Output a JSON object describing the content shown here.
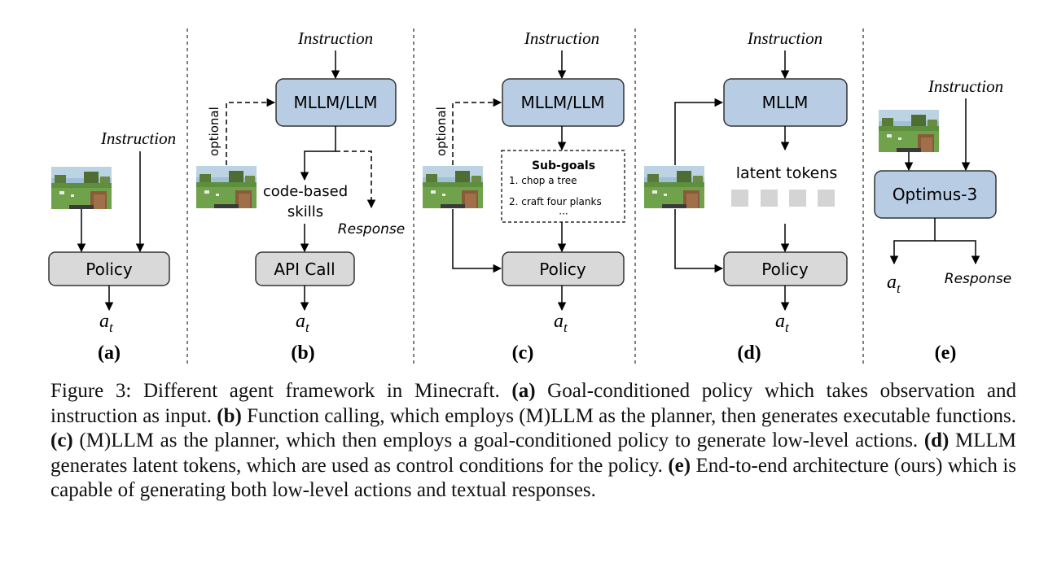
{
  "figure": {
    "panels": [
      {
        "id": "a",
        "label": "(a)",
        "instruction": "Instruction",
        "box": "Policy",
        "output": "a",
        "output_sub": "t"
      },
      {
        "id": "b",
        "label": "(b)",
        "instruction": "Instruction",
        "optional": "optional",
        "top_box": "MLLM/LLM",
        "skills_line1": "code-based",
        "skills_line2": "skills",
        "response": "Response",
        "bottom_box": "API Call",
        "output": "a",
        "output_sub": "t"
      },
      {
        "id": "c",
        "label": "(c)",
        "instruction": "Instruction",
        "optional": "optional",
        "top_box": "MLLM/LLM",
        "subgoals_title": "Sub-goals",
        "subgoal_1": "1. chop a tree",
        "subgoal_2": "2. craft four planks",
        "subgoal_more": "···",
        "bottom_box": "Policy",
        "output": "a",
        "output_sub": "t"
      },
      {
        "id": "d",
        "label": "(d)",
        "instruction": "Instruction",
        "top_box": "MLLM",
        "latent": "latent tokens",
        "bottom_box": "Policy",
        "output": "a",
        "output_sub": "t"
      },
      {
        "id": "e",
        "label": "(e)",
        "instruction": "Instruction",
        "box": "Optimus-3",
        "output": "a",
        "output_sub": "t",
        "response": "Response"
      }
    ],
    "colors": {
      "llm_box": "#b8cce4",
      "policy_box": "#d9d9d9",
      "latent_token": "#d4d4d4"
    }
  },
  "caption": {
    "prefix": "Figure 3: Different agent framework in Minecraft. ",
    "a_label": "(a)",
    "a_text": " Goal-conditioned policy which takes observation and instruction as input. ",
    "b_label": "(b)",
    "b_text": " Function calling, which employs (M)LLM as the planner, then generates executable functions. ",
    "c_label": "(c)",
    "c_text": " (M)LLM as the planner, which then employs a goal-conditioned policy to generate low-level actions. ",
    "d_label": "(d)",
    "d_text": " MLLM generates latent tokens, which are used as control conditions for the policy. ",
    "e_label": "(e)",
    "e_text": " End-to-end architecture (ours) which is capable of generating both low-level actions and textual responses."
  }
}
